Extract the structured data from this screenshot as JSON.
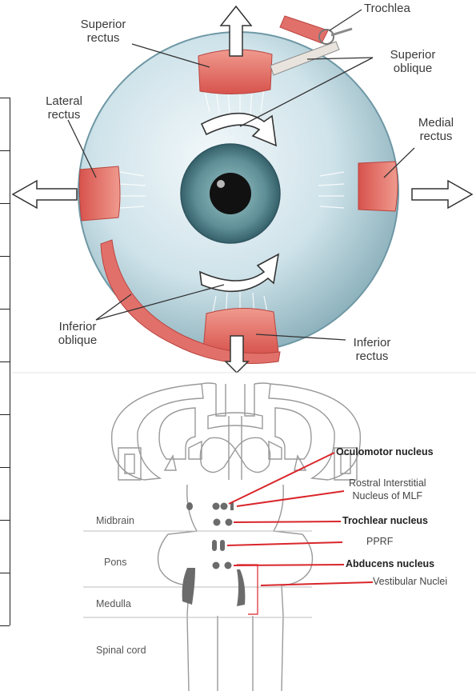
{
  "eye_labels": {
    "superior_rectus": [
      "Superior",
      "rectus"
    ],
    "trochlea": "Trochlea",
    "superior_oblique": [
      "Superior",
      "oblique"
    ],
    "lateral_rectus": [
      "Lateral",
      "rectus"
    ],
    "medial_rectus": [
      "Medial",
      "rectus"
    ],
    "inferior_oblique": [
      "Inferior",
      "oblique"
    ],
    "inferior_rectus": [
      "Inferior",
      "rectus"
    ]
  },
  "brainstem_regions": {
    "midbrain": "Midbrain",
    "pons": "Pons",
    "medulla": "Medulla",
    "spinal_cord": "Spinal cord"
  },
  "nuclei": {
    "oculomotor": "Oculomotor nucleus",
    "riMLF": [
      "Rostral Interstitial",
      "Nucleus of MLF"
    ],
    "trochlear": "Trochlear nucleus",
    "pprf": "PPRF",
    "abducens": "Abducens nucleus",
    "vestibular": "Vestibular Nuclei"
  },
  "colors": {
    "muscle": "#e2706a",
    "eyeball": "#cfe3ea",
    "iris": "#5f8f97",
    "pointer_red": "#d9262b",
    "nucleus_dot": "#6b6b6b"
  }
}
